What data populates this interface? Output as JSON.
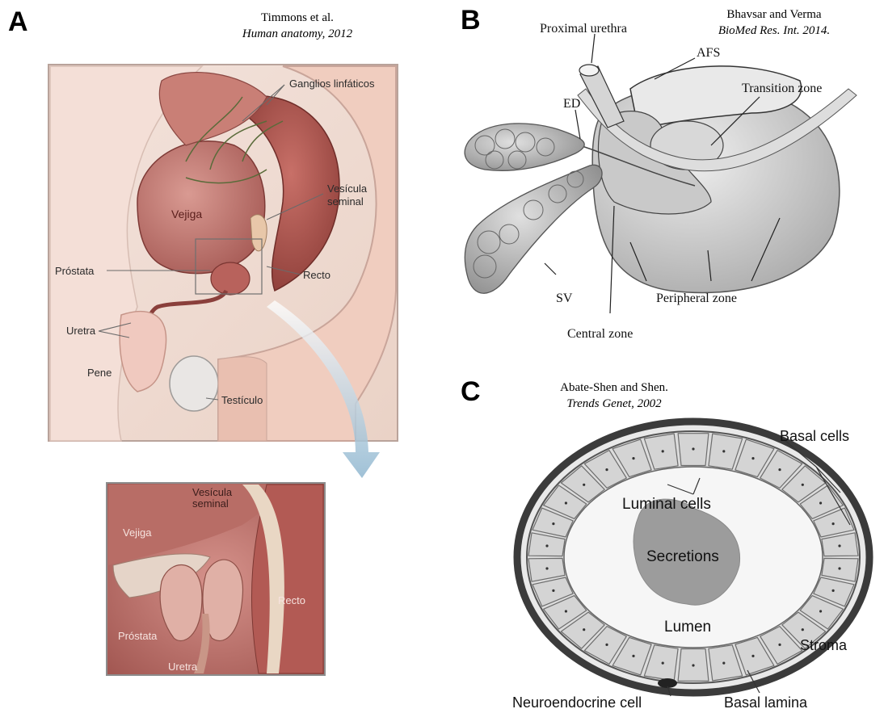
{
  "panels": {
    "a": {
      "letter": "A",
      "citation": {
        "authors": "Timmons et al.",
        "journal": "Human anatomy, 2012"
      },
      "labels": {
        "ganglios": "Ganglios linfáticos",
        "vesicula1": "Vesícula",
        "vesicula2": "seminal",
        "vejiga": "Vejiga",
        "prostata": "Próstata",
        "recto": "Recto",
        "uretra": "Uretra",
        "pene": "Pene",
        "testiculo": "Testículo"
      },
      "inset_labels": {
        "vesicula1": "Vesícula",
        "vesicula2": "seminal",
        "vejiga": "Vejiga",
        "recto": "Recto",
        "prostata": "Próstata",
        "uretra": "Uretra"
      }
    },
    "b": {
      "letter": "B",
      "citation": {
        "authors": "Bhavsar and Verma",
        "journal": "BioMed Res. Int. 2014."
      },
      "labels": {
        "proximal_urethra": "Proximal urethra",
        "afs": "AFS",
        "transition_zone": "Transition zone",
        "ed": "ED",
        "sv": "SV",
        "peripheral_zone": "Peripheral zone",
        "central_zone": "Central zone"
      }
    },
    "c": {
      "letter": "C",
      "citation": {
        "authors": "Abate-Shen and Shen.",
        "journal": "Trends Genet, 2002"
      },
      "labels": {
        "basal_cells": "Basal cells",
        "luminal_cells": "Luminal cells",
        "secretions": "Secretions",
        "lumen": "Lumen",
        "stroma": "Stroma",
        "neuroendocrine_cell": "Neuroendocrine cell",
        "basal_lamina": "Basal lamina"
      }
    }
  }
}
